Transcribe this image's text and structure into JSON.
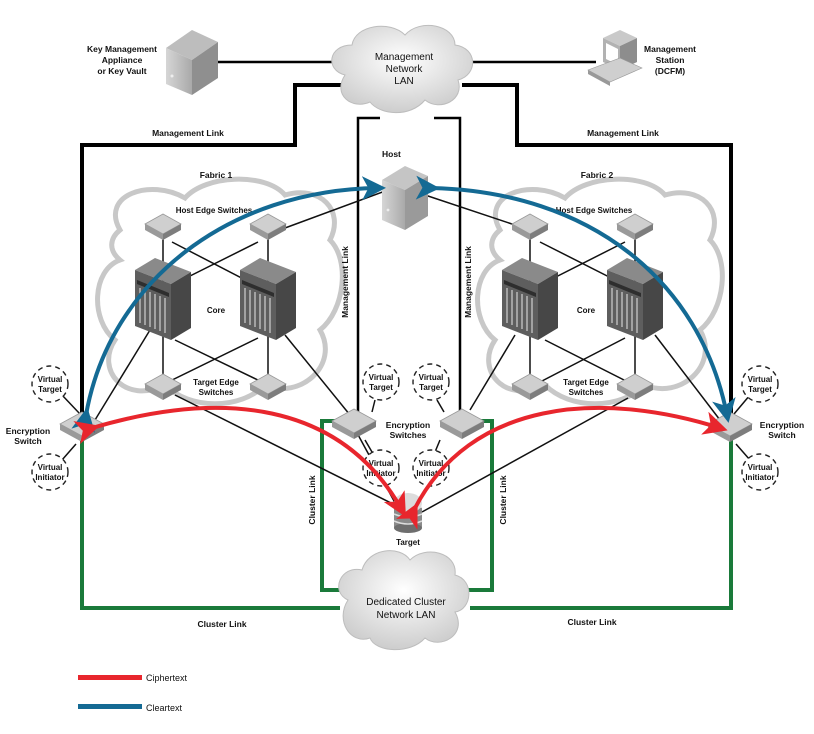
{
  "diagram": {
    "nodes": {
      "key_management": {
        "label_lines": [
          "Key Management",
          "Appliance",
          "or Key Vault"
        ]
      },
      "management_station": {
        "label_lines": [
          "Management",
          "Station",
          "(DCFM)"
        ]
      },
      "management_lan": {
        "label_lines": [
          "Management",
          "Network",
          "LAN"
        ]
      },
      "host": {
        "label": "Host"
      },
      "fabric1": {
        "label": "Fabric 1",
        "host_edge_label": "Host Edge Switches",
        "core_label": "Core",
        "target_edge_label_lines": [
          "Target Edge",
          "Switches"
        ]
      },
      "fabric2": {
        "label": "Fabric 2",
        "host_edge_label": "Host Edge Switches",
        "core_label": "Core",
        "target_edge_label_lines": [
          "Target Edge",
          "Switches"
        ]
      },
      "enc_switch_left": {
        "label_lines": [
          "Encryption",
          "Switch"
        ]
      },
      "enc_switch_right": {
        "label_lines": [
          "Encryption",
          "Switch"
        ]
      },
      "enc_switches_center": {
        "label_lines": [
          "Encryption",
          "Switches"
        ]
      },
      "virtual_target": {
        "label_lines": [
          "Virtual",
          "Target"
        ]
      },
      "virtual_initiator": {
        "label_lines": [
          "Virtual",
          "Initiator"
        ]
      },
      "target": {
        "label": "Target"
      },
      "cluster_lan": {
        "label_lines": [
          "Dedicated Cluster",
          "Network LAN"
        ]
      }
    },
    "links": {
      "management_link": "Management Link",
      "cluster_link": "Cluster Link"
    },
    "legend": [
      {
        "label": "Ciphertext",
        "color": "#e8262d"
      },
      {
        "label": "Cleartext",
        "color": "#146a94"
      }
    ],
    "colors": {
      "management_link": "#000000",
      "cluster_link": "#1a7a3a",
      "ciphertext": "#e8262d",
      "cleartext": "#146a94"
    }
  }
}
